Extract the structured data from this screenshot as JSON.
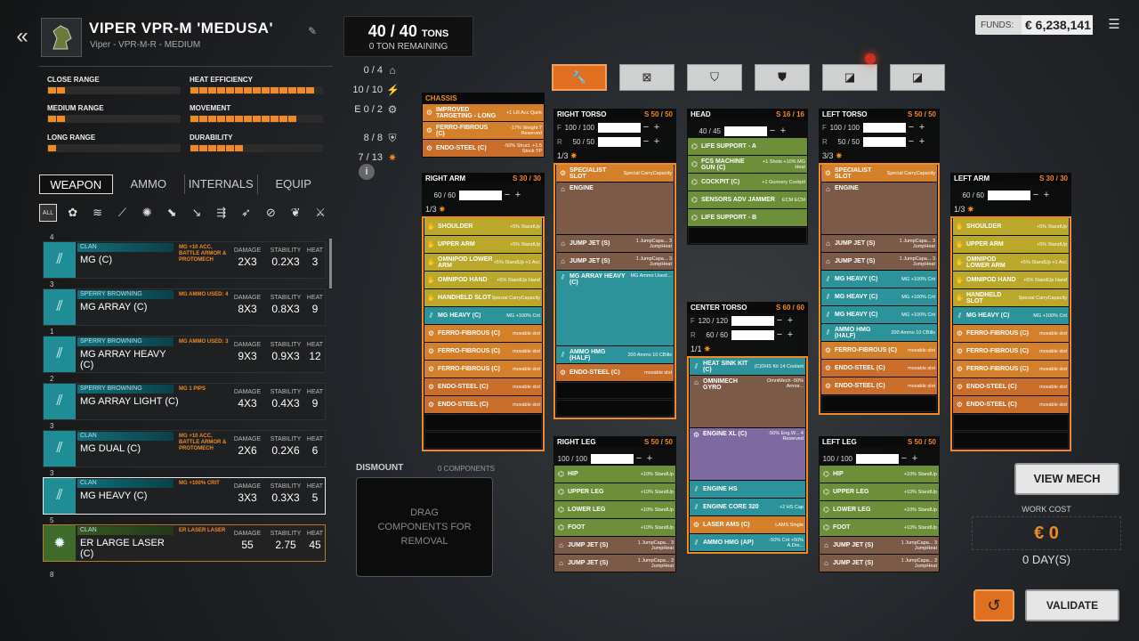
{
  "header": {
    "back_icon": "double-chevron-left-icon",
    "name": "VIPER VPR-M 'MEDUSA'",
    "sub": "Viper - VPR-M-R - MEDIUM",
    "edit_icon": "pencil-icon"
  },
  "stats": {
    "close": {
      "label": "CLOSE RANGE",
      "value": 2
    },
    "heat": {
      "label": "HEAT EFFICIENCY",
      "value": 14
    },
    "medium": {
      "label": "MEDIUM RANGE",
      "value": 2
    },
    "movement": {
      "label": "MOVEMENT",
      "value": 12
    },
    "long": {
      "label": "LONG RANGE",
      "value": 1
    },
    "durability": {
      "label": "DURABILITY",
      "value": 6
    }
  },
  "tabs": [
    "WEAPON",
    "AMMO",
    "INTERNALS",
    "EQUIP"
  ],
  "filter_all": "ALL",
  "weapons": [
    {
      "count": "4",
      "tag": "CLAN",
      "name": "MG (C)",
      "note": "MG +10 ACC, BATTLE ARMOR & PROTOMECH",
      "damage": "2X3",
      "stability": "0.2X3",
      "heat": "3"
    },
    {
      "count": "3",
      "tag": "SPERRY BROWNING",
      "name": "MG ARRAY (C)",
      "note": "MG AMMO USED: 4",
      "damage": "8X3",
      "stability": "0.8X3",
      "heat": "9"
    },
    {
      "count": "1",
      "tag": "SPERRY BROWNING",
      "name": "MG ARRAY HEAVY (C)",
      "note": "MG AMMO USED: 3",
      "damage": "9X3",
      "stability": "0.9X3",
      "heat": "12"
    },
    {
      "count": "2",
      "tag": "SPERRY BROWNING",
      "name": "MG ARRAY LIGHT (C)",
      "note": "MG 1 PIPS",
      "damage": "4X3",
      "stability": "0.4X3",
      "heat": "9"
    },
    {
      "count": "3",
      "tag": "CLAN",
      "name": "MG DUAL (C)",
      "note": "MG +10 ACC, BATTLE ARMOR & PROTOMECH",
      "damage": "2X6",
      "stability": "0.2X6",
      "heat": "6"
    },
    {
      "count": "3",
      "tag": "CLAN",
      "name": "MG HEAVY (C)",
      "note": "MG +100% CRIT",
      "damage": "3X3",
      "stability": "0.3X3",
      "heat": "5"
    },
    {
      "count": "5",
      "tag": "CLAN",
      "name": "ER LARGE LASER (C)",
      "note": "ER LASER LASER",
      "damage": "55",
      "stability": "2.75",
      "heat": "45"
    }
  ],
  "weapon_cols": {
    "damage": "DAMAGE",
    "stability": "STABILITY",
    "heat": "HEAT"
  },
  "list_tail_count": "8",
  "tonnage": {
    "value": "40 / 40",
    "unit": "TONS",
    "remaining": "0 TON REMAINING"
  },
  "counters": [
    {
      "v": "0 / 4",
      "icon": "ballistic-hardpoint-icon"
    },
    {
      "v": "10 / 10",
      "icon": "energy-hardpoint-icon"
    },
    {
      "v": "E 0 / 2",
      "icon": "support-hardpoint-icon"
    },
    {
      "v": "8 / 8",
      "icon": "armor-icon"
    },
    {
      "v": "7 / 13",
      "icon": "jumpjet-icon"
    }
  ],
  "info_label": "i",
  "funds": {
    "label": "FUNDS:",
    "value": "€ 6,238,141"
  },
  "menu_icon": "hamburger-icon",
  "modes": [
    "wrench-icon",
    "square-icon",
    "shield-x-icon",
    "shield-icon",
    "slash-box-icon",
    "slash-box-icon-2"
  ],
  "dismount": {
    "title": "DISMOUNT",
    "count": "0 COMPONENTS",
    "drop": "DRAG COMPONENTS FOR REMOVAL"
  },
  "chassis": {
    "title": "CHASSIS",
    "slots": [
      {
        "c": "s-or",
        "n": "IMPROVED TARGETING - LONG",
        "d": "+1 LR Acc Quirk"
      },
      {
        "c": "s-or",
        "n": "FERRO-FIBROUS (C)",
        "d": "-17% Weight 7 Reserved"
      },
      {
        "c": "s-tn",
        "n": "ENDO-STEEL (C)",
        "d": "-50% Struct. +1.5 Stock TP"
      }
    ]
  },
  "right_torso": {
    "title": "RIGHT TORSO",
    "cap": "S 50 / 50",
    "f": "100 / 100",
    "r": "50 / 50",
    "crit": "1/3",
    "slots": [
      {
        "c": "s-or",
        "n": "SPECIALIST SLOT",
        "d": "Special CarryCapacity"
      },
      {
        "c": "s-br tall",
        "n": "ENGINE",
        "d": ""
      },
      {
        "c": "s-br",
        "n": "JUMP JET (S)",
        "d": "1 JumpCapa... 3 JumpHeat"
      },
      {
        "c": "s-br",
        "n": "JUMP JET (S)",
        "d": "1 JumpCapa... 3 JumpHeat"
      },
      {
        "c": "s-bl xtall",
        "n": "MG ARRAY HEAVY (C)",
        "d": "MG Ammo Used:..."
      },
      {
        "c": "s-bl",
        "n": "AMMO HMG (HALF)",
        "d": "200 Ammo 10 CBills"
      },
      {
        "c": "s-tn",
        "n": "ENDO-STEEL (C)",
        "d": "movable slot"
      }
    ]
  },
  "head": {
    "title": "HEAD",
    "cap": "S 16 / 16",
    "armor": "40 / 45",
    "slots": [
      {
        "c": "s-gr",
        "n": "LIFE SUPPORT - A",
        "d": ""
      },
      {
        "c": "s-gr",
        "n": "FCS MACHINE GUN (C)",
        "d": "+1 Shots +10% MG Heat"
      },
      {
        "c": "s-gr",
        "n": "COCKPIT (C)",
        "d": "+1 Gunnery Cockpit"
      },
      {
        "c": "s-gr",
        "n": "SENSORS ADV JAMMER",
        "d": "ECM ECM"
      },
      {
        "c": "s-gr",
        "n": "LIFE SUPPORT - B",
        "d": ""
      }
    ]
  },
  "left_torso": {
    "title": "LEFT TORSO",
    "cap": "S 50 / 50",
    "f": "100 / 100",
    "r": "50 / 50",
    "crit": "3/3",
    "slots": [
      {
        "c": "s-or",
        "n": "SPECIALIST SLOT",
        "d": "Special CarryCapacity"
      },
      {
        "c": "s-br tall",
        "n": "ENGINE",
        "d": ""
      },
      {
        "c": "s-br",
        "n": "JUMP JET (S)",
        "d": "1 JumpCapa... 3 JumpHeat"
      },
      {
        "c": "s-br",
        "n": "JUMP JET (S)",
        "d": "1 JumpCapa... 3 JumpHeat"
      },
      {
        "c": "s-bl",
        "n": "MG HEAVY (C)",
        "d": "MG +100% Crit"
      },
      {
        "c": "s-bl",
        "n": "MG HEAVY (C)",
        "d": "MG +100% Crit"
      },
      {
        "c": "s-bl",
        "n": "MG HEAVY (C)",
        "d": "MG +100% Crit"
      },
      {
        "c": "s-bl",
        "n": "AMMO HMG (HALF)",
        "d": "200 Ammo 10 CBills"
      },
      {
        "c": "s-or",
        "n": "FERRO-FIBROUS (C)",
        "d": "movable slot"
      },
      {
        "c": "s-tn",
        "n": "ENDO-STEEL (C)",
        "d": "movable slot"
      },
      {
        "c": "s-tn",
        "n": "ENDO-STEEL (C)",
        "d": "movable slot"
      }
    ]
  },
  "right_arm": {
    "title": "RIGHT ARM",
    "cap": "S 30 / 30",
    "armor": "60 / 60",
    "crit": "1/3",
    "slots": [
      {
        "c": "s-ye",
        "n": "SHOULDER",
        "d": "+5% StandUp"
      },
      {
        "c": "s-ye",
        "n": "UPPER ARM",
        "d": "+5% StandUp"
      },
      {
        "c": "s-ye",
        "n": "OMNIPOD LOWER ARM",
        "d": "+5% StandUp +1 Acc"
      },
      {
        "c": "s-ye",
        "n": "OMNIPOD HAND",
        "d": "+5% StandUp Hand"
      },
      {
        "c": "s-ye",
        "n": "HANDHELD SLOT",
        "d": "Special CarryCapacity"
      },
      {
        "c": "s-bl",
        "n": "MG HEAVY (C)",
        "d": "MG +100% Crit"
      },
      {
        "c": "s-or",
        "n": "FERRO-FIBROUS (C)",
        "d": "movable slot"
      },
      {
        "c": "s-or",
        "n": "FERRO-FIBROUS (C)",
        "d": "movable slot"
      },
      {
        "c": "s-or",
        "n": "FERRO-FIBROUS (C)",
        "d": "movable slot"
      },
      {
        "c": "s-tn",
        "n": "ENDO-STEEL (C)",
        "d": "movable slot"
      },
      {
        "c": "s-tn",
        "n": "ENDO-STEEL (C)",
        "d": "movable slot"
      }
    ]
  },
  "left_arm": {
    "title": "LEFT ARM",
    "cap": "S 30 / 30",
    "armor": "60 / 60",
    "crit": "1/3",
    "slots": [
      {
        "c": "s-ye",
        "n": "SHOULDER",
        "d": "+5% StandUp"
      },
      {
        "c": "s-ye",
        "n": "UPPER ARM",
        "d": "+5% StandUp"
      },
      {
        "c": "s-ye",
        "n": "OMNIPOD LOWER ARM",
        "d": "+5% StandUp +1 Acc"
      },
      {
        "c": "s-ye",
        "n": "OMNIPOD HAND",
        "d": "+5% StandUp Hand"
      },
      {
        "c": "s-ye",
        "n": "HANDHELD SLOT",
        "d": "Special CarryCapacity"
      },
      {
        "c": "s-bl",
        "n": "MG HEAVY (C)",
        "d": "MG +100% Crit"
      },
      {
        "c": "s-or",
        "n": "FERRO-FIBROUS (C)",
        "d": "movable slot"
      },
      {
        "c": "s-or",
        "n": "FERRO-FIBROUS (C)",
        "d": "movable slot"
      },
      {
        "c": "s-or",
        "n": "FERRO-FIBROUS (C)",
        "d": "movable slot"
      },
      {
        "c": "s-tn",
        "n": "ENDO-STEEL (C)",
        "d": "movable slot"
      },
      {
        "c": "s-tn",
        "n": "ENDO-STEEL (C)",
        "d": "movable slot"
      }
    ]
  },
  "center_torso": {
    "title": "CENTER TORSO",
    "cap": "S 60 / 60",
    "f": "120 / 120",
    "r": "60 / 60",
    "crit": "1/1",
    "slots": [
      {
        "c": "s-bl",
        "n": "HEAT SINK KIT (C)",
        "d": "(C)DHS Kit 14 Coolant"
      },
      {
        "c": "s-br tall",
        "n": "OMNIMECH GYRO",
        "d": "OmniMech -50% Armor..."
      },
      {
        "c": "s-pu tall",
        "n": "ENGINE XL (C)",
        "d": "-50% Eng.W... 4 Reserved"
      },
      {
        "c": "s-bl",
        "n": "ENGINE HS",
        "d": ""
      },
      {
        "c": "s-bl",
        "n": "ENGINE CORE 320",
        "d": "+2 HS Cap"
      },
      {
        "c": "s-or",
        "n": "LASER AMS (C)",
        "d": "LAMS Single"
      },
      {
        "c": "s-bl",
        "n": "AMMO HMG (AP)",
        "d": "-50% Crit +50% A.Dm..."
      }
    ]
  },
  "right_leg": {
    "title": "RIGHT LEG",
    "cap": "S 50 / 50",
    "armor": "100 / 100",
    "slots": [
      {
        "c": "s-gr",
        "n": "HIP",
        "d": "+10% StandUp"
      },
      {
        "c": "s-gr",
        "n": "UPPER LEG",
        "d": "+10% StandUp"
      },
      {
        "c": "s-gr",
        "n": "LOWER LEG",
        "d": "+10% StandUp"
      },
      {
        "c": "s-gr",
        "n": "FOOT",
        "d": "+10% StandUp"
      },
      {
        "c": "s-br",
        "n": "JUMP JET (S)",
        "d": "1 JumpCapa... 3 JumpHeat"
      },
      {
        "c": "s-br",
        "n": "JUMP JET (S)",
        "d": "1 JumpCapa... 3 JumpHeat"
      }
    ]
  },
  "left_leg": {
    "title": "LEFT LEG",
    "cap": "S 50 / 50",
    "armor": "100 / 100",
    "slots": [
      {
        "c": "s-gr",
        "n": "HIP",
        "d": "+10% StandUp"
      },
      {
        "c": "s-gr",
        "n": "UPPER LEG",
        "d": "+10% StandUp"
      },
      {
        "c": "s-gr",
        "n": "LOWER LEG",
        "d": "+10% StandUp"
      },
      {
        "c": "s-gr",
        "n": "FOOT",
        "d": "+10% StandUp"
      },
      {
        "c": "s-br",
        "n": "JUMP JET (S)",
        "d": "1 JumpCapa... 3 JumpHeat"
      },
      {
        "c": "s-br",
        "n": "JUMP JET (S)",
        "d": "1 JumpCapa... 3 JumpHeat"
      }
    ]
  },
  "actions": {
    "view_mech": "VIEW MECH",
    "work_cost_label": "WORK COST",
    "work_cost": "€ 0",
    "days": "0 DAY(S)",
    "undo_icon": "undo-icon",
    "validate": "VALIDATE"
  }
}
